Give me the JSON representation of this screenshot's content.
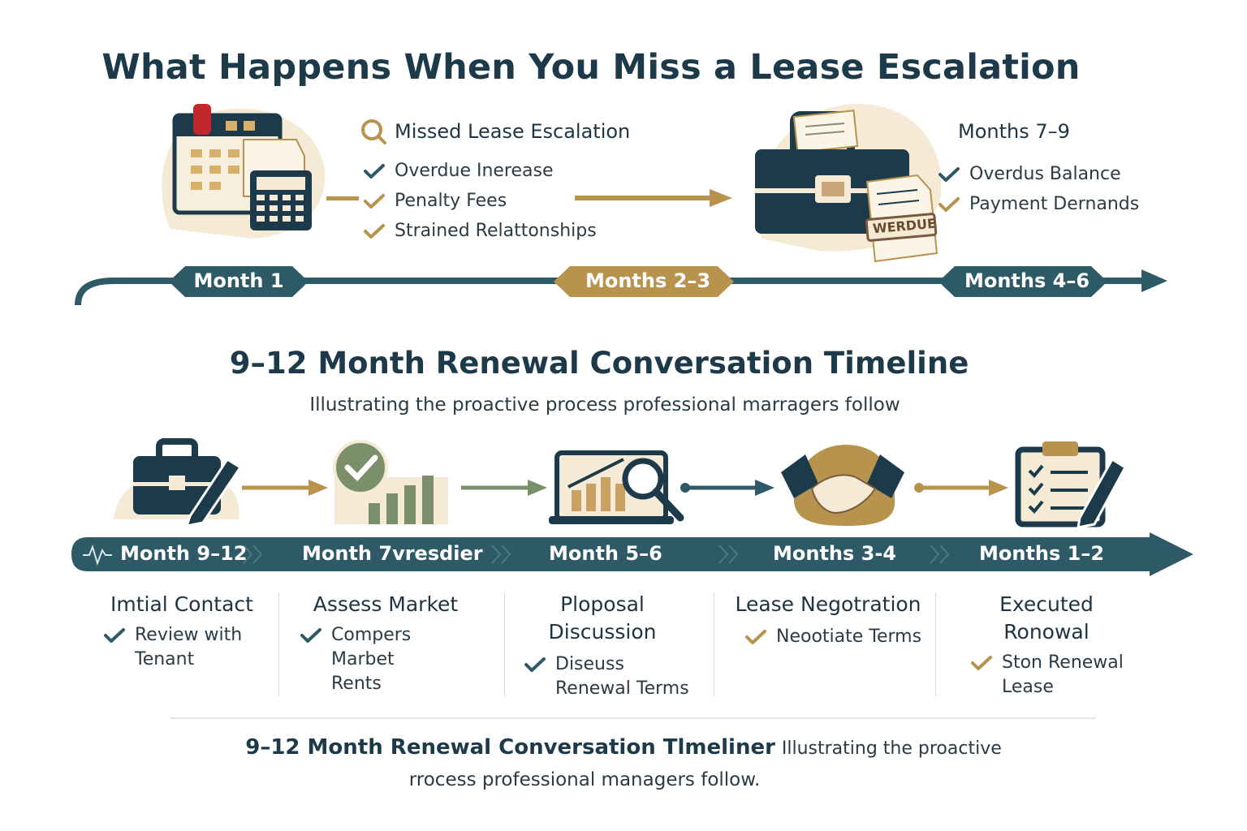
{
  "colors": {
    "navy": "#1d3a4b",
    "teal": "#2e5a68",
    "gold": "#b8934e",
    "sage": "#7b8f6b",
    "cream": "#f4ead6"
  },
  "title": "What Happens When You Miss a Lease Escalation",
  "missed": {
    "heading": "Missed Lease Escalation",
    "items": [
      "Overdue Inerease",
      "Penalty Fees",
      "Strained Relattonships"
    ]
  },
  "late": {
    "heading": "Months 7–9",
    "items": [
      "Overdus Balance",
      "Payment Dernands"
    ],
    "stamp": "WERDUE"
  },
  "timeline1": {
    "pills": [
      "Month 1",
      "Months 2–3",
      "Months 4–6"
    ]
  },
  "section2": {
    "title": "9–12 Month Renewal Conversation Timeline",
    "subtitle": "Illustrating the proactive process professional marragers follow"
  },
  "timeline2": {
    "pills": [
      "Month 9–12",
      "Month 7vresdier",
      "Month 5–6",
      "Months 3-4",
      "Months 1–2"
    ]
  },
  "stages": [
    {
      "title": "Imtial Contact",
      "items": [
        "Review with Tenant"
      ]
    },
    {
      "title": "Assess Market",
      "items": [
        "Compers Marbet Rents"
      ]
    },
    {
      "title": "Ploposal Discussion",
      "items": [
        "Diseuss Renewal Terms"
      ]
    },
    {
      "title": "Lease Negotration",
      "items": [
        "Neootiate Terms"
      ]
    },
    {
      "title": "Executed Ronowal",
      "items": [
        "Ston Renewal Lease"
      ]
    }
  ],
  "footer": {
    "line1_bold": "9–12 Month Renewal Conversation Tlmeliner",
    "line1_rest": "Illustrating the proactive",
    "line2": "rrocess professional managers follow."
  }
}
